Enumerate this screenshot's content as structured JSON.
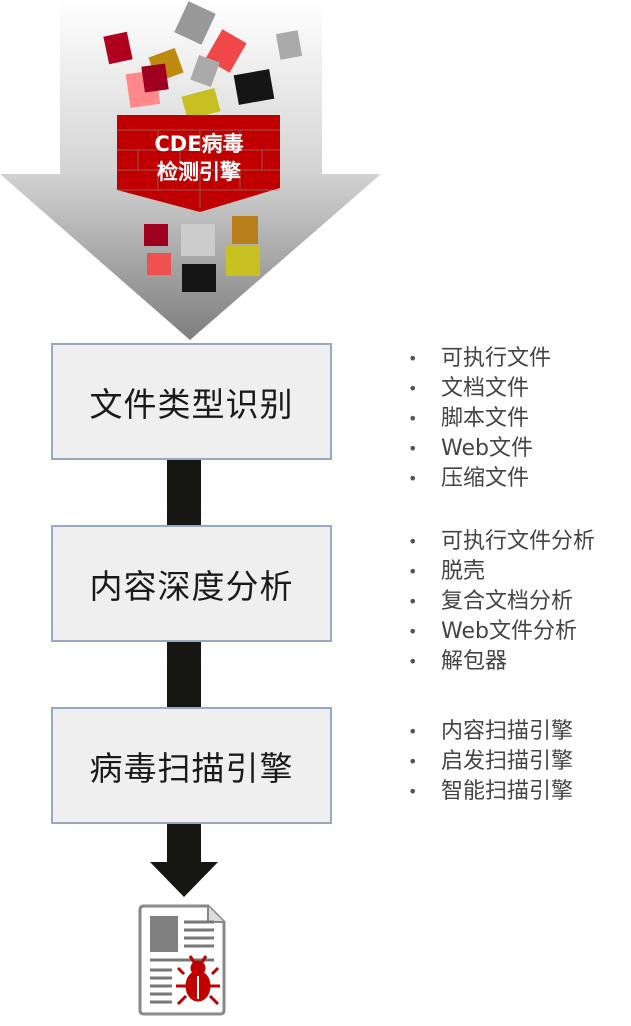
{
  "engine": {
    "line1": "CDE病毒",
    "line2": "检测引擎"
  },
  "steps": [
    {
      "title": "文件类型识别",
      "items": [
        "可执行文件",
        "文档文件",
        "脚本文件",
        "Web文件",
        "压缩文件"
      ]
    },
    {
      "title": "内容深度分析",
      "items": [
        "可执行文件分析",
        "脱壳",
        "复合文档分析",
        "Web文件分析",
        "解包器"
      ]
    },
    {
      "title": "病毒扫描引擎",
      "items": [
        "内容扫描引擎",
        "启发扫描引擎",
        "智能扫描引擎"
      ]
    }
  ],
  "colors": {
    "wall": "#c00000",
    "connector": "#161612",
    "box_border": "#97a9bf",
    "bug": "#c00000"
  }
}
